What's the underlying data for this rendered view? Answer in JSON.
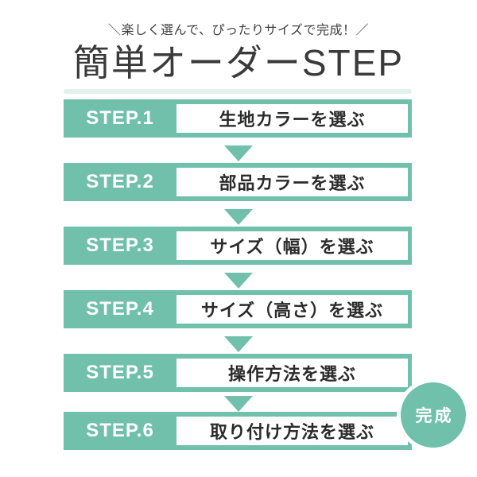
{
  "header": {
    "tagline": "＼楽しく選んで、ぴったりサイズで完成！／",
    "title": "簡単オーダーSTEP"
  },
  "steps": [
    {
      "label": "STEP.1",
      "text": "生地カラーを選ぶ"
    },
    {
      "label": "STEP.2",
      "text": "部品カラーを選ぶ"
    },
    {
      "label": "STEP.3",
      "text": "サイズ（幅）を選ぶ"
    },
    {
      "label": "STEP.4",
      "text": "サイズ（高さ）を選ぶ"
    },
    {
      "label": "STEP.5",
      "text": "操作方法を選ぶ"
    },
    {
      "label": "STEP.6",
      "text": "取り付け方法を選ぶ"
    }
  ],
  "completion_badge": {
    "label": "完成"
  },
  "icons": {
    "step_arrow": "down-triangle"
  },
  "colors": {
    "accent_green": "#70c0ac",
    "accent_pale": "#e2f1ec",
    "title_text": "#3a3a3a",
    "step_text": "#2b2b2b",
    "badge_text": "#ffffff"
  }
}
